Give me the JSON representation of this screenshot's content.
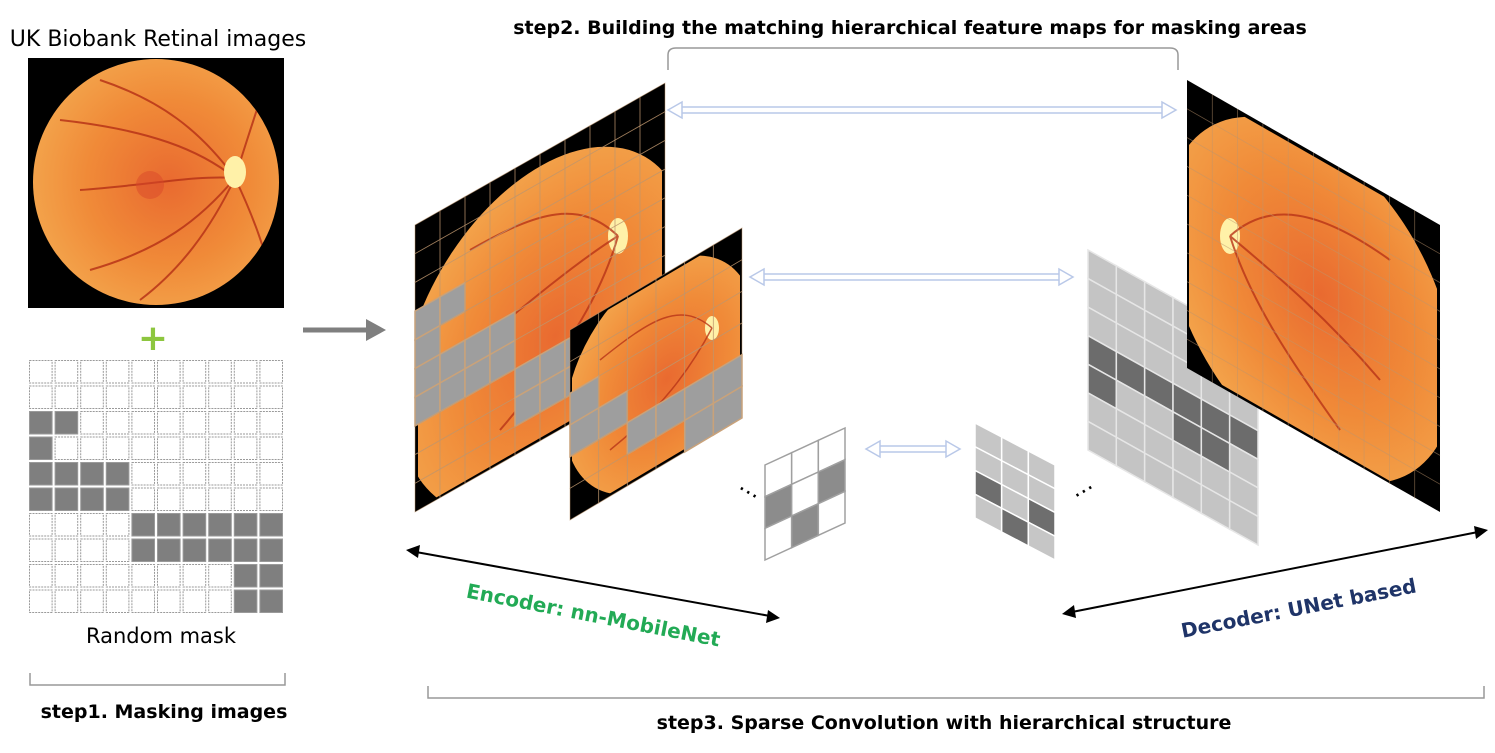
{
  "labels": {
    "title_images": "UK Biobank Retinal images",
    "plus": "+",
    "mask_caption": "Random mask",
    "step1": "step1. Masking images",
    "step2": "step2. Building the matching hierarchical feature maps for masking areas",
    "step3": "step3. Sparse Convolution with hierarchical structure",
    "encoder": "Encoder: nn-MobileNet",
    "decoder": "Decoder: UNet based",
    "ellipsis_left": "…",
    "ellipsis_right": "…"
  },
  "colors": {
    "encoder": "#22aa55",
    "decoder": "#1f3468",
    "plus": "#8dc63f",
    "mask_fill": "#7f7f7f",
    "cell_border": "#a0a0a0",
    "fundus_outer": "#f09a3a",
    "fundus_inner": "#e0582a",
    "optic_disc": "#fff1a8",
    "frame_bg": "#000000",
    "big_arrow": "#7f7f7f",
    "double_arrow": "#b9c8e8",
    "panel_gray": "#9e9e9e",
    "light_gray": "#c8c8c8",
    "dark_gray": "#6a6a6a"
  },
  "mask": {
    "rows": 10,
    "cols": 10,
    "masked": [
      [
        0,
        0,
        0,
        0,
        0,
        0,
        0,
        0,
        0,
        0
      ],
      [
        0,
        0,
        0,
        0,
        0,
        0,
        0,
        0,
        0,
        0
      ],
      [
        1,
        1,
        0,
        0,
        0,
        0,
        0,
        0,
        0,
        0
      ],
      [
        1,
        0,
        0,
        0,
        0,
        0,
        0,
        0,
        0,
        0
      ],
      [
        1,
        1,
        1,
        1,
        0,
        0,
        0,
        0,
        0,
        0
      ],
      [
        1,
        1,
        1,
        1,
        0,
        0,
        0,
        0,
        0,
        0
      ],
      [
        0,
        0,
        0,
        0,
        1,
        1,
        1,
        1,
        1,
        1
      ],
      [
        0,
        0,
        0,
        0,
        1,
        1,
        1,
        1,
        1,
        1
      ],
      [
        0,
        0,
        0,
        0,
        0,
        0,
        0,
        0,
        1,
        1
      ],
      [
        0,
        0,
        0,
        0,
        0,
        0,
        0,
        0,
        1,
        1
      ]
    ]
  },
  "encoder_large_mask": [
    [
      0,
      0,
      0,
      0,
      0,
      0,
      0,
      0,
      0,
      0
    ],
    [
      0,
      0,
      0,
      0,
      0,
      0,
      0,
      0,
      0,
      0
    ],
    [
      0,
      0,
      0,
      0,
      0,
      0,
      0,
      0,
      0,
      0
    ],
    [
      1,
      1,
      0,
      0,
      0,
      0,
      0,
      0,
      0,
      0
    ],
    [
      1,
      0,
      0,
      0,
      0,
      0,
      0,
      0,
      0,
      0
    ],
    [
      1,
      1,
      1,
      1,
      0,
      0,
      0,
      0,
      0,
      0
    ],
    [
      1,
      1,
      1,
      1,
      0,
      0,
      0,
      0,
      0,
      0
    ],
    [
      0,
      0,
      0,
      0,
      1,
      1,
      1,
      1,
      1,
      1
    ],
    [
      0,
      0,
      0,
      0,
      1,
      1,
      1,
      1,
      1,
      1
    ],
    [
      0,
      0,
      0,
      0,
      0,
      0,
      0,
      0,
      1,
      1
    ]
  ],
  "encoder_mid_mask": [
    [
      0,
      0,
      0,
      0,
      0,
      0
    ],
    [
      0,
      0,
      0,
      0,
      0,
      0
    ],
    [
      1,
      0,
      0,
      0,
      0,
      0
    ],
    [
      1,
      1,
      0,
      0,
      0,
      0
    ],
    [
      0,
      0,
      1,
      1,
      1,
      1
    ],
    [
      0,
      0,
      0,
      0,
      1,
      1
    ]
  ],
  "small_encoder_grid": [
    [
      0,
      0,
      0
    ],
    [
      1,
      0,
      1
    ],
    [
      0,
      1,
      0
    ]
  ],
  "small_decoder_grid": [
    [
      1,
      1,
      1
    ],
    [
      1,
      1,
      1
    ],
    [
      2,
      1,
      2
    ],
    [
      1,
      2,
      1
    ]
  ],
  "decoder_mid_grid": [
    [
      1,
      1,
      1,
      1,
      1,
      1
    ],
    [
      1,
      1,
      1,
      1,
      1,
      1
    ],
    [
      1,
      1,
      1,
      1,
      1,
      1
    ],
    [
      2,
      2,
      2,
      2,
      2,
      2
    ],
    [
      2,
      1,
      1,
      2,
      2,
      1
    ],
    [
      1,
      1,
      1,
      1,
      1,
      1
    ],
    [
      1,
      1,
      1,
      1,
      1,
      1
    ]
  ]
}
